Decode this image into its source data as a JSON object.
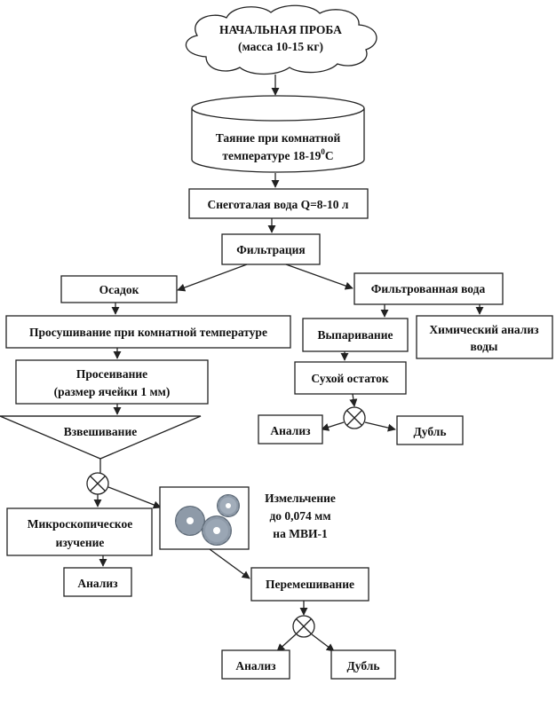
{
  "nodes": {
    "start_sample": {
      "line1": "НАЧАЛЬНАЯ ПРОБА",
      "line2": "(масса 10-15 кг)"
    },
    "thawing": {
      "line1": "Таяние при комнатной",
      "line2": "температуре 18-19",
      "sup": "0",
      "line2_end": "С"
    },
    "snowmelt_water": {
      "label": "Снеготалая вода Q=8-10 л"
    },
    "filtration": {
      "label": "Фильтрация"
    },
    "sediment": {
      "label": "Осадок"
    },
    "filtered_water": {
      "label": "Фильтрованная вода"
    },
    "drying": {
      "label": "Просушивание при комнатной температуре"
    },
    "evaporation": {
      "label": "Выпаривание"
    },
    "chem_analysis": {
      "line1": "Химический анализ",
      "line2": "воды"
    },
    "sieving": {
      "line1": "Просеивание",
      "line2": "(размер ячейки 1 мм)"
    },
    "dry_residue": {
      "label": "Сухой остаток"
    },
    "weighing": {
      "label": "Взвешивание"
    },
    "analysis_right": {
      "label": "Анализ"
    },
    "duplicate_right": {
      "label": "Дубль"
    },
    "microscopy": {
      "line1": "Микроскопическое",
      "line2": "изучение"
    },
    "grinding": {
      "line1": "Измельчение",
      "line2": "до 0,074 мм",
      "line3": "на МВИ-1"
    },
    "analysis_left": {
      "label": "Анализ"
    },
    "mixing": {
      "label": "Перемешивание"
    },
    "analysis_bottom": {
      "label": "Анализ"
    },
    "duplicate_bottom": {
      "label": "Дубль"
    }
  },
  "icons": {
    "split_symbol": "circle-cross-icon",
    "grinder": "gears-icon"
  },
  "colors": {
    "stroke": "#222222",
    "gear_fill": "#8e9aa8",
    "gear_shadow": "#5f6b78"
  }
}
